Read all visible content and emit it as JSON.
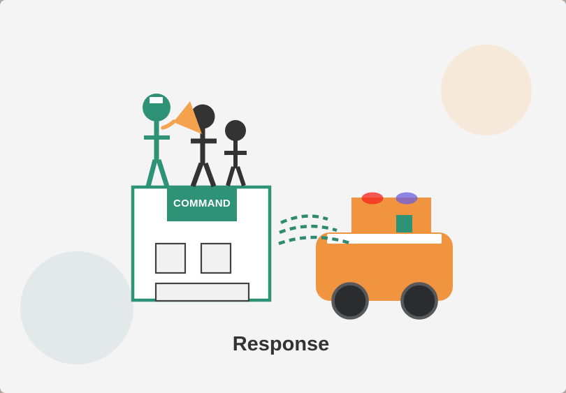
{
  "scene": {
    "command_center": {
      "banner_label": "COMMAND",
      "figure_count": 3,
      "window_count": 2
    },
    "caption": "Response"
  },
  "colors": {
    "teal": "#2e9277",
    "dash_teal": "#2e8b72",
    "orange": "#f0943f",
    "megaphone_orange": "#f5a24e",
    "figure_dark": "#333333",
    "lamp_red": "#f32a1e",
    "lamp_purple": "#6b5fe0",
    "card_background": "#f4f4f4",
    "circle_peach": "#f7e9da",
    "circle_mist": "#e2e9e8",
    "building_fill": "#ffffff",
    "window_fill": "#f1f1f1",
    "window_border": "#414141",
    "windshield_white": "#ffffff",
    "wheel_dark": "#2b2c2e",
    "wheel_rim": "#57585c",
    "cap_white": "#ffffff",
    "banner_text": "#ffffff",
    "caption_text": "#333333"
  }
}
